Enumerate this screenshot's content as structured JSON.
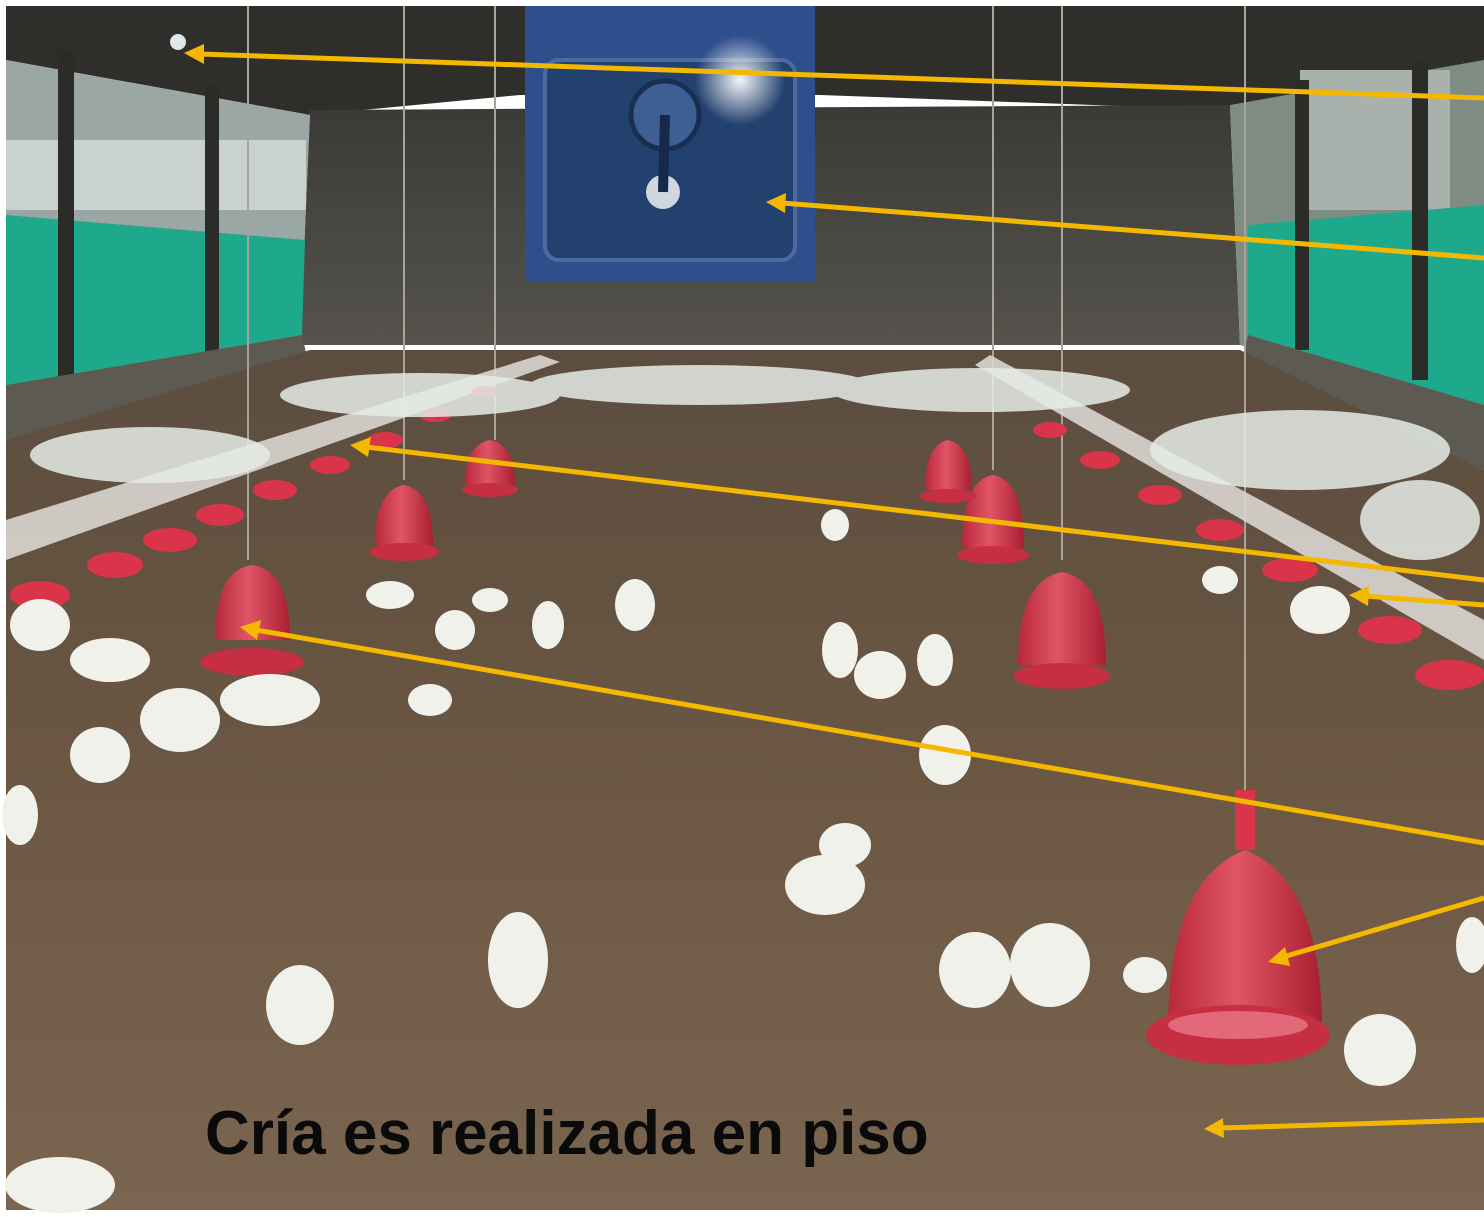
{
  "caption": "Cría es realizada en piso",
  "colors": {
    "arrow": "#F5B800",
    "caption": "#0A0A0A",
    "feeder_red": "#D9344A",
    "netting_green": "#1FA98C",
    "fan_blue": "#2E4E8C",
    "litter_brown": "#6E5A45"
  },
  "annotation_arrows": [
    {
      "name": "arrow-roof-light"
    },
    {
      "name": "arrow-extractor-fan"
    },
    {
      "name": "arrow-feeder-line-left"
    },
    {
      "name": "arrow-feeder-line-right"
    },
    {
      "name": "arrow-chickens-group"
    },
    {
      "name": "arrow-bell-drinker"
    },
    {
      "name": "arrow-floor-litter"
    }
  ]
}
